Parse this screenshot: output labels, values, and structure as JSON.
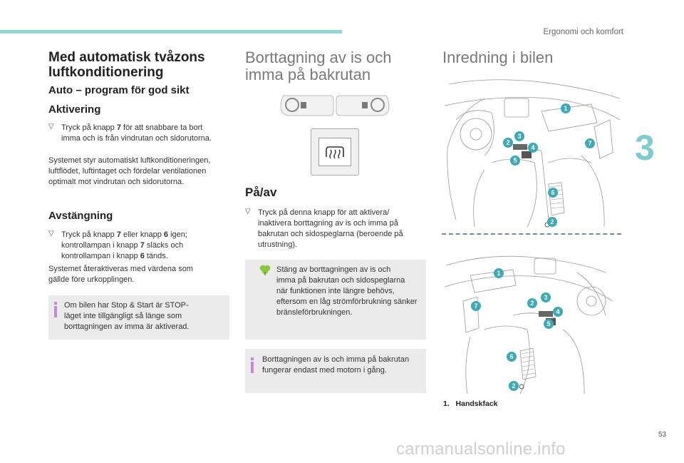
{
  "header": {
    "section": "Ergonomi och komfort",
    "chapter": "3",
    "page": "53",
    "watermark": "carmanualsonline.info"
  },
  "col1": {
    "title_line1": "Med automatisk tvåzons",
    "title_line2": "luftkonditionering",
    "subtitle": "Auto – program för god sikt",
    "activation_heading": "Aktivering",
    "activation_bullet_pre": "Tryck på knapp ",
    "activation_bullet_num": "7",
    "activation_bullet_line1_post": " för att snabbare ta bort",
    "activation_bullet_line2": "imma och is från vindrutan och sidorutorna.",
    "system_line1": "Systemet styr automatiskt luftkonditioneringen,",
    "system_line2": "luftflödet, luftintaget och fördelar ventilationen",
    "system_line3": "optimalt mot vindrutan och sidorutorna.",
    "off_heading": "Avstängning",
    "off_b_pre": "Tryck på knapp ",
    "off_b_num1": "7",
    "off_b_mid": " eller knapp ",
    "off_b_num2": "6",
    "off_b_post": " igen;",
    "off_line2": "kontrollampan i knapp ",
    "off_line2_num": "7",
    "off_line2_post": " släcks och",
    "off_line3": "kontrollampan i knapp ",
    "off_line3_num": "6",
    "off_line3_post": " tänds.",
    "off_line4": "Systemet återaktiveras med värdena som",
    "off_line5": "gällde före urkopplingen.",
    "info_line1": "Om bilen har Stop & Start är STOP-",
    "info_line2": "läget inte tillgängligt så länge som",
    "info_line3": "borttagningen av imma är aktiverad."
  },
  "col2": {
    "title_line1": "Borttagning av is och",
    "title_line2": "imma på bakrutan",
    "onoff_heading": "På/av",
    "bullet_line1": "Tryck på denna knapp för att aktivera/",
    "bullet_line2": "inaktivera borttagning av is och imma på",
    "bullet_line3": "bakrutan och sidospeglarna (beroende på",
    "bullet_line4": "utrustning).",
    "eco_line1": "Stäng av borttagningen av is och",
    "eco_line2": "imma på bakrutan och sidospeglarna",
    "eco_line3": "när funktionen inte längre behövs,",
    "eco_line4": "eftersom en låg strömförbrukning sänker",
    "eco_line5": "bränsleförbrukningen.",
    "info_line1": "Borttagningen av is och imma på bakrutan",
    "info_line2": "fungerar endast med motorn i gång."
  },
  "col3": {
    "title": "Inredning i bilen",
    "legend_num": "1.",
    "legend_label": "Handskfack",
    "callouts": [
      "1",
      "2",
      "3",
      "4",
      "5",
      "6",
      "7",
      "2"
    ]
  },
  "colors": {
    "accent_teal": "#8fd6d6",
    "chapter_teal": "#7ecccc",
    "info_purple": "#c58ad6",
    "eco_green": "#8cc63f",
    "box_gray": "#ebebeb",
    "callout_teal": "#3fa9b5"
  }
}
